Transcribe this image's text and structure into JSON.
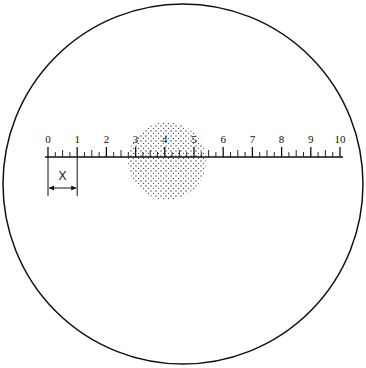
{
  "diagram": {
    "labels": [
      "0",
      "1",
      "2",
      "3",
      "4",
      "5",
      "6",
      "7",
      "8",
      "9",
      "10",
      "X"
    ]
  }
}
